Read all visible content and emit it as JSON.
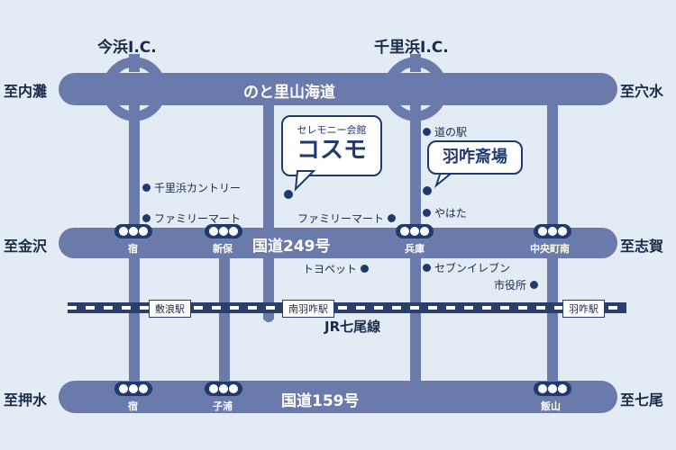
{
  "interchanges": {
    "left": "今浜I.C.",
    "right": "千里浜I.C."
  },
  "roads": {
    "top": "のと里山海道",
    "middle": "国道249号",
    "bottom": "国道159号",
    "railway": "JR七尾線"
  },
  "destinations": {
    "top_left": "至内灘",
    "top_right": "至穴水",
    "middle_left": "至金沢",
    "middle_right": "至志賀",
    "bottom_left": "至押水",
    "bottom_right": "至七尾"
  },
  "signals": {
    "mid_1": "宿",
    "mid_2": "新保",
    "mid_3": "兵庫",
    "mid_4": "中央町南",
    "bot_1": "宿",
    "bot_2": "子浦",
    "bot_3": "飯山"
  },
  "stations": {
    "s1": "敷浪駅",
    "s2": "南羽咋駅",
    "s3": "羽咋駅"
  },
  "pois": {
    "chirihama_country": "千里浜カントリー",
    "familymart_1": "ファミリーマート",
    "familymart_2": "ファミリーマート",
    "michinoeki": "道の駅",
    "yahata": "やはた",
    "toyopet": "トヨペット",
    "seven_eleven": "セブンイレブン",
    "city_hall": "市役所"
  },
  "callouts": {
    "cosmo_sub": "セレモニー会館",
    "cosmo_main": "コスモ",
    "hakui_saijo": "羽咋斎場"
  },
  "colors": {
    "road": "#6a7aaa",
    "road_dark": "#2b3f6c",
    "background": "#e3ebf5",
    "signal": "#1f3a6e"
  }
}
